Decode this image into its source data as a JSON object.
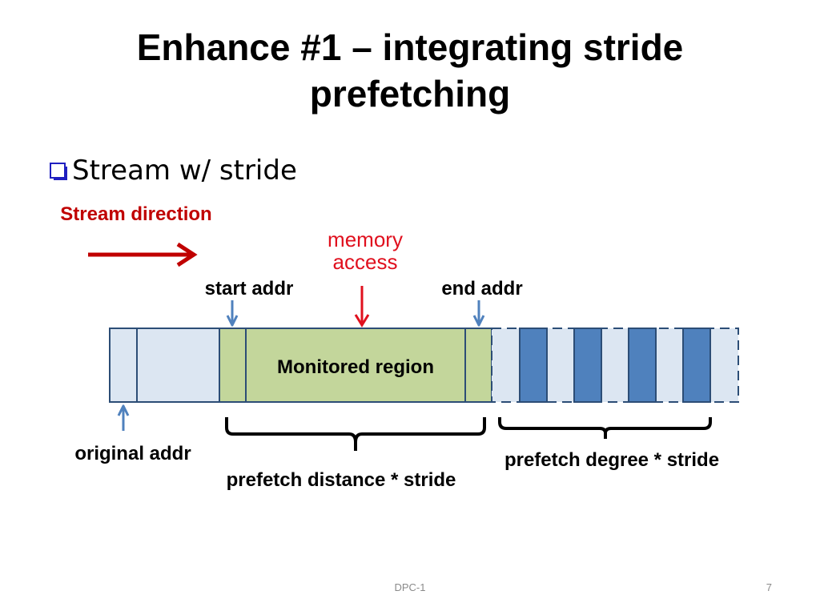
{
  "slide": {
    "title": "Enhance #1 – integrating stride\nprefetching",
    "bullet": "Stream w/ stride"
  },
  "diagram": {
    "stream_direction_label": "Stream direction",
    "memory_access_label_line1": "memory",
    "memory_access_label_line2": "access",
    "start_addr_label": "start addr",
    "end_addr_label": "end addr",
    "monitored_region_label": "Monitored region",
    "original_addr_label": "original addr",
    "prefetch_distance_label": "prefetch distance * stride",
    "prefetch_degree_label": "prefetch degree * stride",
    "colors": {
      "red": "#c00000",
      "arrow_red": "#e0101e",
      "blue_arrow": "#4f81bd",
      "light_blue": "#dce6f2",
      "green": "#c3d69b",
      "dark_blue": "#4f81bd",
      "outline": "#2c4d76"
    }
  },
  "footer": {
    "center_text": "DPC-1",
    "page_number": "7"
  }
}
